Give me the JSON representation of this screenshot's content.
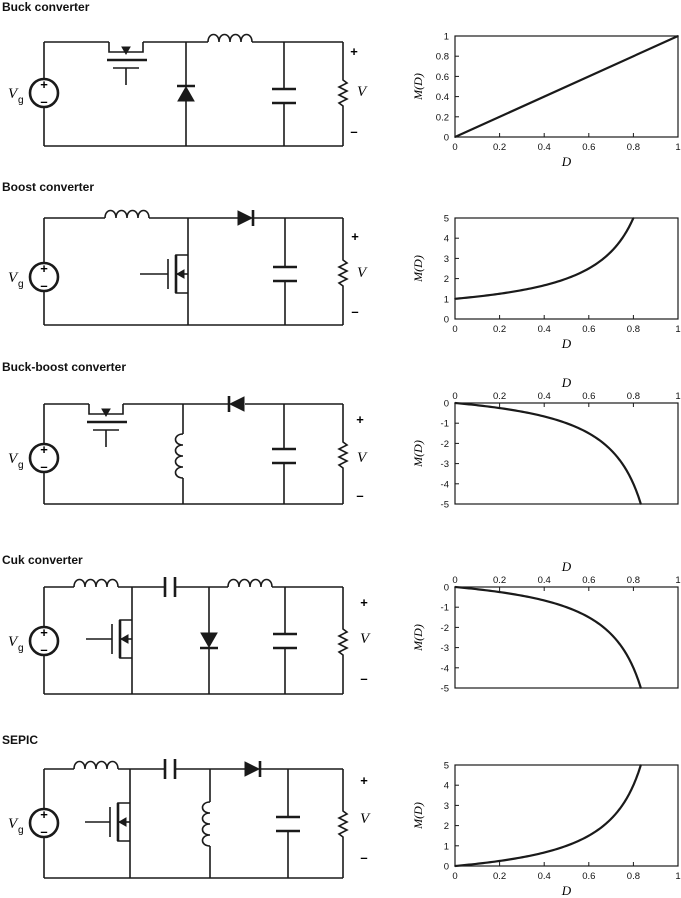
{
  "titles": [
    "Buck converter",
    "Boost converter",
    "Buck-boost converter",
    "Cuk converter",
    "SEPIC"
  ],
  "labels": {
    "vg": "V",
    "vg_sub": "g",
    "v": "V",
    "plus": "+",
    "minus": "–",
    "src_plus": "+",
    "src_minus": "–"
  },
  "chart_data": [
    {
      "type": "line",
      "xlabel": "D",
      "ylabel": "M(D)",
      "xlim": [
        0,
        1
      ],
      "ylim": [
        0,
        1
      ],
      "x_ticks": [
        "0",
        "0.2",
        "0.4",
        "0.6",
        "0.8",
        "1"
      ],
      "y_ticks": [
        "0",
        "0.2",
        "0.4",
        "0.6",
        "0.8",
        "1"
      ],
      "series": [
        {
          "x": [
            0,
            0.2,
            0.4,
            0.6,
            0.8,
            1.0
          ],
          "y": [
            0,
            0.2,
            0.4,
            0.6,
            0.8,
            1.0
          ]
        }
      ]
    },
    {
      "type": "line",
      "xlabel": "D",
      "ylabel": "M(D)",
      "xlim": [
        0,
        1
      ],
      "ylim": [
        0,
        5
      ],
      "x_ticks": [
        "0",
        "0.2",
        "0.4",
        "0.6",
        "0.8",
        "1"
      ],
      "y_ticks": [
        "0",
        "1",
        "2",
        "3",
        "4",
        "5"
      ],
      "series": [
        {
          "x": [
            0,
            0.1,
            0.2,
            0.3,
            0.4,
            0.5,
            0.6,
            0.7,
            0.75,
            0.8
          ],
          "y": [
            1.0,
            1.11,
            1.25,
            1.43,
            1.67,
            2.0,
            2.5,
            3.33,
            4.0,
            5.0
          ]
        }
      ]
    },
    {
      "type": "line",
      "xlabel": "D",
      "ylabel": "M(D)",
      "xlim": [
        0,
        1
      ],
      "ylim": [
        -5,
        0
      ],
      "x_ticks": [
        "0",
        "0.2",
        "0.4",
        "0.6",
        "0.8",
        "1"
      ],
      "y_ticks": [
        "0",
        "-1",
        "-2",
        "-3",
        "-4",
        "-5"
      ],
      "series": [
        {
          "x": [
            0,
            0.1,
            0.2,
            0.3,
            0.4,
            0.5,
            0.6,
            0.7,
            0.75,
            0.8,
            0.833
          ],
          "y": [
            0,
            -0.11,
            -0.25,
            -0.43,
            -0.67,
            -1.0,
            -1.5,
            -2.33,
            -3.0,
            -4.0,
            -5.0
          ]
        }
      ]
    },
    {
      "type": "line",
      "xlabel": "D",
      "ylabel": "M(D)",
      "xlim": [
        0,
        1
      ],
      "ylim": [
        -5,
        0
      ],
      "x_ticks": [
        "0",
        "0.2",
        "0.4",
        "0.6",
        "0.8",
        "1"
      ],
      "y_ticks": [
        "0",
        "-1",
        "-2",
        "-3",
        "-4",
        "-5"
      ],
      "series": [
        {
          "x": [
            0,
            0.1,
            0.2,
            0.3,
            0.4,
            0.5,
            0.6,
            0.7,
            0.75,
            0.8,
            0.833
          ],
          "y": [
            0,
            -0.11,
            -0.25,
            -0.43,
            -0.67,
            -1.0,
            -1.5,
            -2.33,
            -3.0,
            -4.0,
            -5.0
          ]
        }
      ]
    },
    {
      "type": "line",
      "xlabel": "D",
      "ylabel": "M(D)",
      "xlim": [
        0,
        1
      ],
      "ylim": [
        0,
        5
      ],
      "x_ticks": [
        "0",
        "0.2",
        "0.4",
        "0.6",
        "0.8",
        "1"
      ],
      "y_ticks": [
        "0",
        "1",
        "2",
        "3",
        "4",
        "5"
      ],
      "series": [
        {
          "x": [
            0,
            0.1,
            0.2,
            0.3,
            0.4,
            0.5,
            0.6,
            0.7,
            0.75,
            0.8,
            0.833
          ],
          "y": [
            0,
            0.11,
            0.25,
            0.43,
            0.67,
            1.0,
            1.5,
            2.33,
            3.0,
            4.0,
            5.0
          ]
        }
      ]
    }
  ]
}
